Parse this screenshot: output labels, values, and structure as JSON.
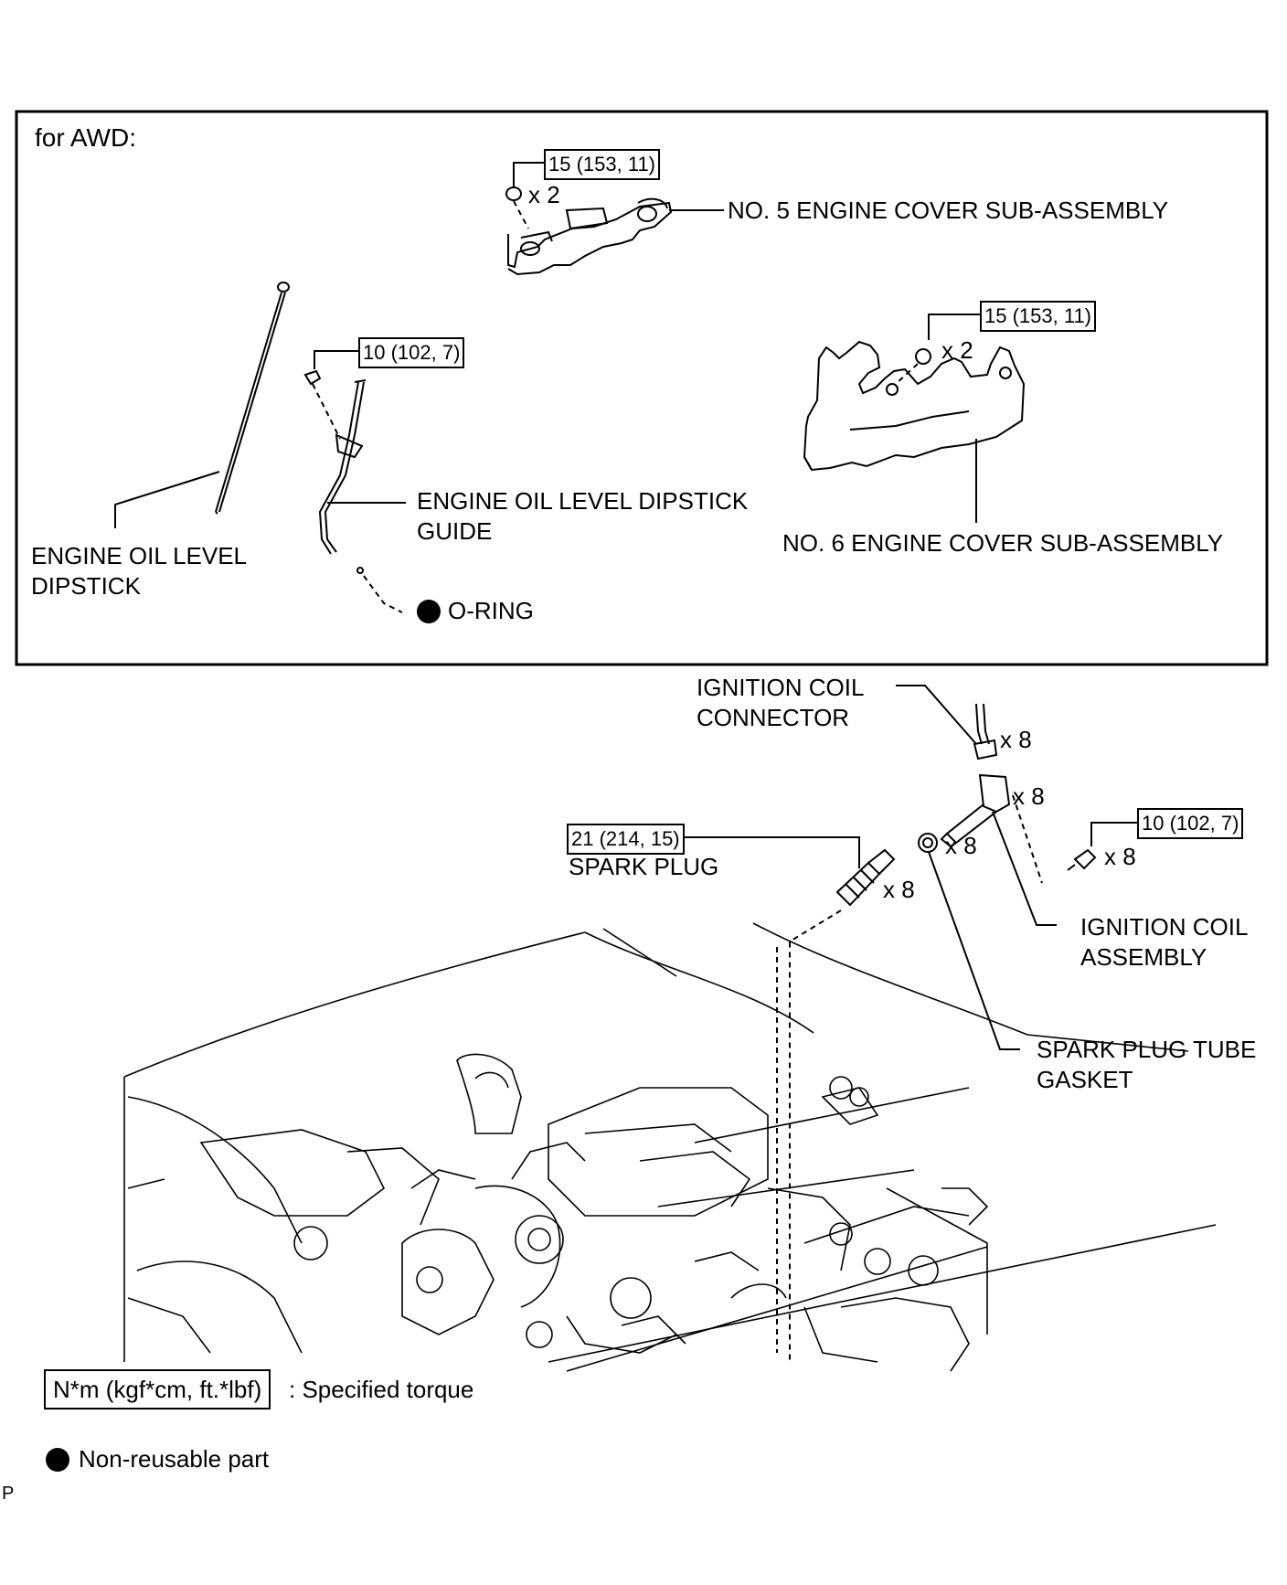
{
  "panel": {
    "title": "for AWD:",
    "torques": {
      "no5_cover_nut": "15 (153, 11)",
      "no6_cover_nut": "15 (153, 11)",
      "guide_bolt": "10 (102, 7)"
    },
    "quantities": {
      "no5_nut": "x 2",
      "no6_nut": "x 2"
    },
    "labels": {
      "no5_cover": "NO. 5 ENGINE COVER SUB-ASSEMBLY",
      "no6_cover": "NO. 6 ENGINE COVER SUB-ASSEMBLY",
      "dipstick": "ENGINE OIL LEVEL\nDIPSTICK",
      "dipstick_guide": "ENGINE OIL LEVEL DIPSTICK\nGUIDE",
      "o_ring": "O-RING"
    }
  },
  "lower": {
    "torques": {
      "spark_plug": "21 (214, 15)",
      "coil_bolt": "10 (102, 7)"
    },
    "quantities": {
      "connector": "x 8",
      "coil": "x 8",
      "gasket": "x 8",
      "spark_plug": "x 8",
      "coil_bolt": "x 8"
    },
    "labels": {
      "ignition_coil_connector": "IGNITION COIL\nCONNECTOR",
      "spark_plug": "SPARK PLUG",
      "ignition_coil_assembly": "IGNITION COIL\nASSEMBLY",
      "spark_plug_tube_gasket": "SPARK PLUG TUBE\nGASKET"
    }
  },
  "legend": {
    "torque_unit": "N*m (kgf*cm, ft.*lbf)",
    "torque_desc": ": Specified torque",
    "non_reusable": "Non-reusable part"
  },
  "corner_mark": "P"
}
